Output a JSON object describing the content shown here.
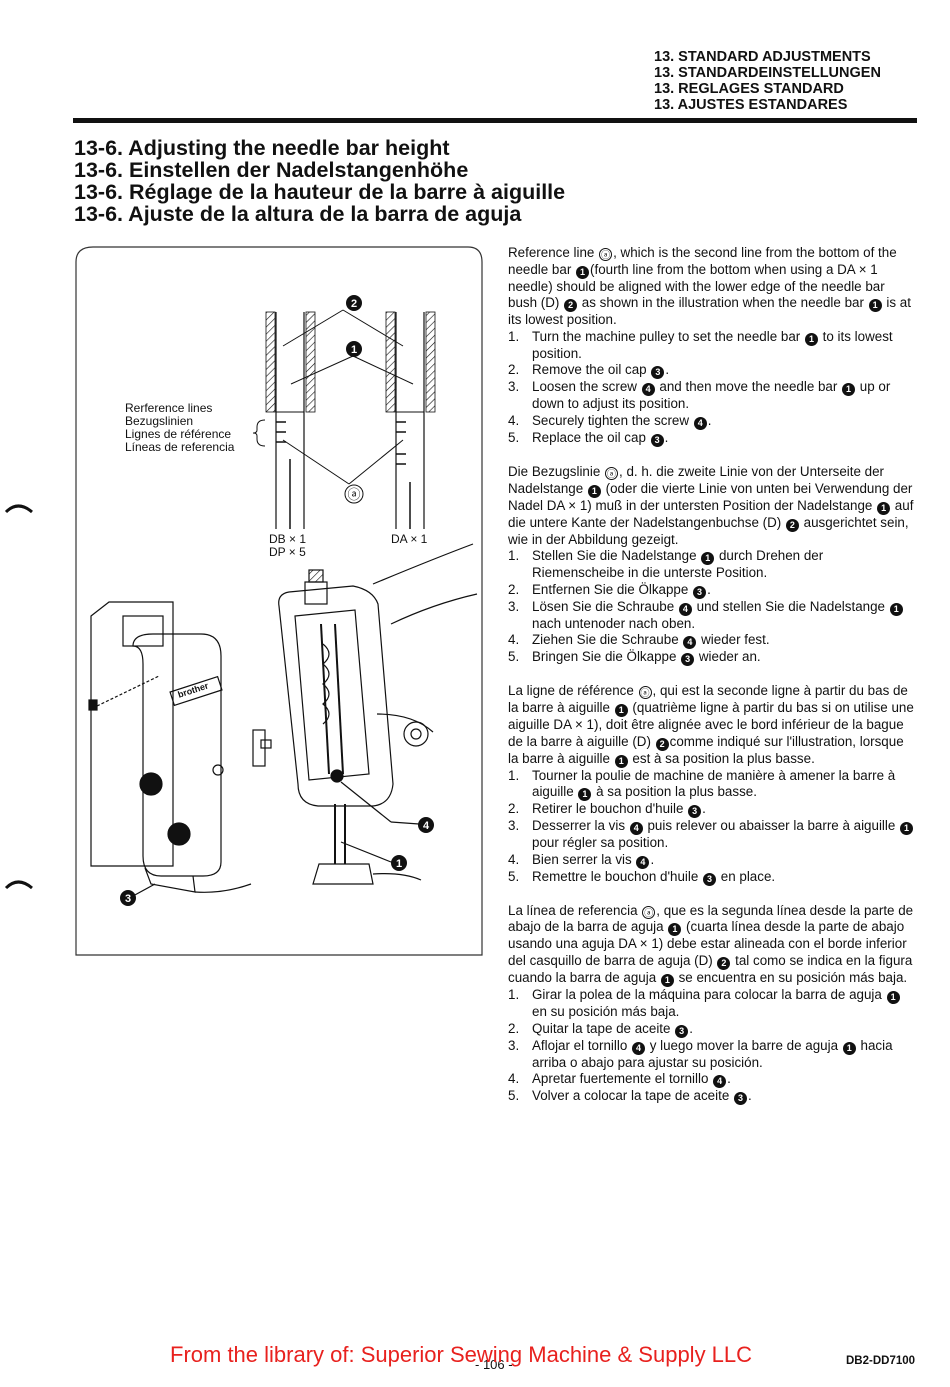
{
  "header": {
    "line1": "13. STANDARD ADJUSTMENTS",
    "line2": "13. STANDARDEINSTELLUNGEN",
    "line3": "13. REGLAGES STANDARD",
    "line4": "13. AJUSTES ESTANDARES"
  },
  "titles": {
    "en": "13-6. Adjusting the needle bar height",
    "de": "13-6. Einstellen der Nadelstangenhöhe",
    "fr": "13-6. Réglage de la hauteur de la barre à aiguille",
    "es": "13-6. Ajuste de la altura de la barra de aguja"
  },
  "figure": {
    "ref_lines": [
      "Rerference lines",
      "Bezugslinien",
      "Lignes de référence",
      "Líneas de referencia"
    ],
    "needle_left": [
      "DB × 1",
      "DP × 5"
    ],
    "needle_right": "DA × 1",
    "callout_a": "ⓐ",
    "n1": "1",
    "n2": "2",
    "n3": "3",
    "n4": "4",
    "brand": "brother"
  },
  "sym": {
    "a": "ⓐ",
    "b1": "1",
    "b2": "2",
    "b3": "3",
    "b4": "4"
  },
  "en": {
    "intro": [
      "Reference line ",
      ", which is the second line from the bottom of the needle bar ",
      "(fourth line from the bottom when using a DA × 1 needle) should be aligned with the lower edge of the needle bar bush (D) ",
      " as shown in the illustration when the needle bar ",
      " is at its lowest position."
    ],
    "s1": [
      "1.",
      "Turn the machine pulley to set the needle bar ",
      " to its lowest position."
    ],
    "s2": [
      "2.",
      "Remove the oil cap ",
      "."
    ],
    "s3": [
      "3.",
      "Loosen the screw ",
      " and then move the needle bar ",
      " up or down to adjust its position."
    ],
    "s4": [
      "4.",
      "Securely tighten the screw ",
      "."
    ],
    "s5": [
      "5.",
      "Replace the oil cap ",
      "."
    ]
  },
  "de": {
    "intro": [
      "Die Bezugslinie ",
      ", d. h. die zweite Linie von der Unterseite der Nadelstange ",
      " (oder die vierte Linie von unten bei Verwendung der Nadel DA × 1) muß in der untersten Position der Nadelstange ",
      " auf die untere Kante der Nadelstangenbuchse (D) ",
      " ausgerichtet sein, wie in der Abbildung gezeigt."
    ],
    "s1": [
      "1.",
      "Stellen Sie die Nadelstange ",
      " durch Drehen der Riemenscheibe in die unterste Position."
    ],
    "s2": [
      "2.",
      "Entfernen Sie die Ölkappe ",
      "."
    ],
    "s3": [
      "3.",
      "Lösen Sie die Schraube ",
      " und stellen Sie die Nadelstange ",
      " nach untenoder nach oben."
    ],
    "s4": [
      "4.",
      "Ziehen Sie die Schraube ",
      " wieder fest."
    ],
    "s5": [
      "5.",
      "Bringen Sie die Ölkappe ",
      " wieder an."
    ]
  },
  "fr": {
    "intro": [
      "La ligne de référence ",
      ", qui est la seconde ligne à partir du bas de la barre à aiguille ",
      " (quatrième ligne à partir du bas si on utilise une aiguille DA × 1), doit être alignée avec le bord inférieur de la bague de la barre à aiguille (D) ",
      "comme indiqué sur l'illustration, lorsque la barre à aiguille ",
      " est à sa position la plus basse."
    ],
    "s1": [
      "1.",
      "Tourner la poulie de machine de manière à amener la barre à aiguille ",
      " à sa position la plus basse."
    ],
    "s2": [
      "2.",
      "Retirer le bouchon d'huile ",
      "."
    ],
    "s3": [
      "3.",
      "Desserrer la vis ",
      " puis relever ou abaisser la barre à aiguille ",
      " pour régler sa position."
    ],
    "s4": [
      "4.",
      "Bien serrer la vis ",
      "."
    ],
    "s5": [
      "5.",
      "Remettre le bouchon d'huile ",
      " en place."
    ]
  },
  "es": {
    "intro": [
      "La línea de referencia ",
      ", que es la segunda línea desde la parte de abajo de la barra de aguja ",
      " (cuarta línea desde la parte de abajo usando una aguja DA × 1) debe estar alineada con el borde inferior del casquillo de barra de aguja (D) ",
      " tal como se indica en la figura cuando la barra de aguja ",
      " se encuentra en su posición más baja."
    ],
    "s1": [
      "1.",
      "Girar la polea de la máquina para colocar la barra de aguja ",
      " en su posición más baja."
    ],
    "s2": [
      "2.",
      "Quitar la tape de aceite ",
      "."
    ],
    "s3": [
      "3.",
      "Aflojar el tornillo ",
      " y luego mover la barre de aguja ",
      " hacia arriba o abajo para ajustar su posición."
    ],
    "s4": [
      "4.",
      "Apretar fuertemente el tornillo ",
      "."
    ],
    "s5": [
      "5.",
      "Volver a colocar la tape de aceite ",
      "."
    ]
  },
  "footer": {
    "library": "From the library of: Superior Sewing Machine & Supply LLC",
    "page": "- 106 -",
    "doc_id": "DB2-DD7100"
  }
}
